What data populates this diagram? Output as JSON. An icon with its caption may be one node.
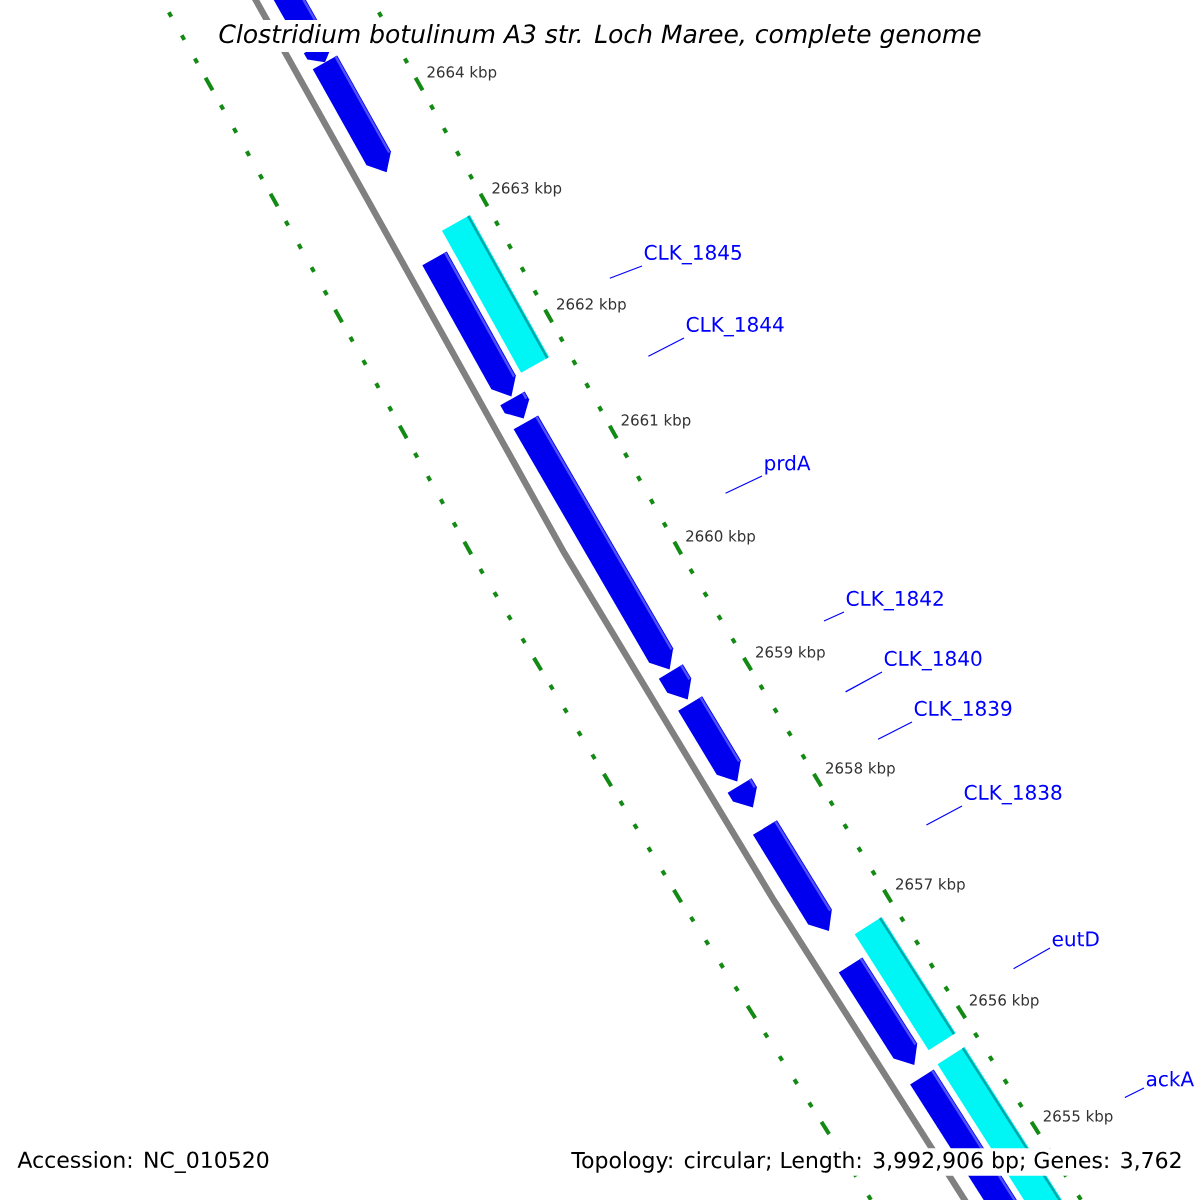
{
  "diagram": {
    "title": "Clostridium botulinum A3 str. Loch Maree, complete genome",
    "nodes": [
      {
        "text": [
          "CLK_1845"
        ]
      },
      {
        "text": [
          "CLK_1844"
        ]
      },
      {
        "text": [
          "prdA"
        ]
      },
      {
        "text": [
          "CLK_1842"
        ]
      },
      {
        "text": [
          "CLK_1840"
        ]
      },
      {
        "text": [
          "CLK_1839"
        ]
      },
      {
        "text": [
          "CLK_1838"
        ]
      },
      {
        "text": [
          "eutD"
        ]
      },
      {
        "text": [
          "ackA"
        ]
      }
    ],
    "edges": [
      {
        "from": 0,
        "to": null,
        "arrow": "none"
      },
      {
        "from": 1,
        "to": null,
        "arrow": "none"
      },
      {
        "from": 2,
        "to": null,
        "arrow": "none"
      },
      {
        "from": 3,
        "to": null,
        "arrow": "none"
      },
      {
        "from": 4,
        "to": null,
        "arrow": "none"
      },
      {
        "from": 5,
        "to": null,
        "arrow": "none"
      },
      {
        "from": 6,
        "to": null,
        "arrow": "none"
      },
      {
        "from": 7,
        "to": null,
        "arrow": "none"
      },
      {
        "from": 8,
        "to": null,
        "arrow": "none"
      }
    ],
    "labels": [
      "2664 kbp",
      "2663 kbp",
      "2662 kbp",
      "2661 kbp",
      "2660 kbp",
      "2659 kbp",
      "2658 kbp",
      "2657 kbp",
      "2656 kbp",
      "2655 kbp",
      "Accession: NC_010520",
      "Topology: circular; Length: 3,992,906 bp; Genes: 3,762"
    ]
  }
}
